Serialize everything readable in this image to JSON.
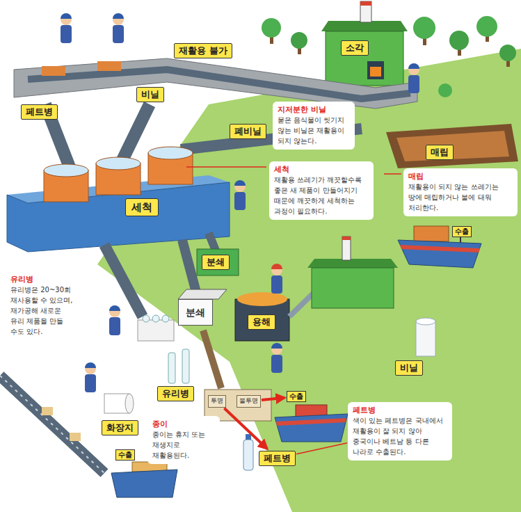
{
  "diagram": {
    "nodes": [
      {
        "text": [
          "재활용 불가"
        ]
      },
      {
        "text": [
          "소각"
        ]
      },
      {
        "text": [
          "비닐"
        ]
      },
      {
        "text": [
          "페트병"
        ]
      },
      {
        "text": [
          "폐비닐"
        ]
      },
      {
        "text": [
          "지저분한 비닐",
          "묻은 음식물이 씻기지 않는 비닐은 재활용이 되지 않는다."
        ]
      },
      {
        "text": [
          "매립"
        ]
      },
      {
        "text": [
          "세척",
          "재활용 쓰레기가 깨끗할수록 좋은 새 제품이 만들어지기 때문에 깨끗하게 세척하는 과정이 필요하다."
        ]
      },
      {
        "text": [
          "매립",
          "재활용이 되지 않는 쓰레기는 땅에 매립하거나 불에 태워 처리한다."
        ]
      },
      {
        "text": [
          "세척"
        ]
      },
      {
        "text": [
          "유리병",
          "유리병은 20~30회 재사용할 수 있으며, 재가공해 새로운 유리 제품을 만들 수도 있다."
        ]
      },
      {
        "text": [
          "분쇄"
        ]
      },
      {
        "text": [
          "수출"
        ]
      },
      {
        "text": [
          "분쇄"
        ]
      },
      {
        "text": [
          "용해"
        ]
      },
      {
        "text": [
          "투명"
        ]
      },
      {
        "text": [
          "불투명"
        ]
      },
      {
        "text": [
          "유리병"
        ]
      },
      {
        "text": [
          "비닐"
        ]
      },
      {
        "text": [
          "화장지"
        ]
      },
      {
        "text": [
          "종이",
          "종이는 휴지 또는 재생지로 재활용된다."
        ]
      },
      {
        "text": [
          "페트병",
          "색이 있는 페트병은 국내에서 재활용이 잘 되지 않아 중국이나 베트남 등 다른 나라로 수출된다."
        ]
      },
      {
        "text": [
          "수출"
        ]
      },
      {
        "text": [
          "페트병"
        ]
      },
      {
        "text": [
          "수출"
        ]
      }
    ],
    "edges": [
      {
        "from": 21,
        "to": 23,
        "arrow": "none"
      },
      {
        "from": 15,
        "to": 23,
        "arrow": "to"
      },
      {
        "from": 16,
        "to": 22,
        "arrow": "to"
      }
    ]
  }
}
